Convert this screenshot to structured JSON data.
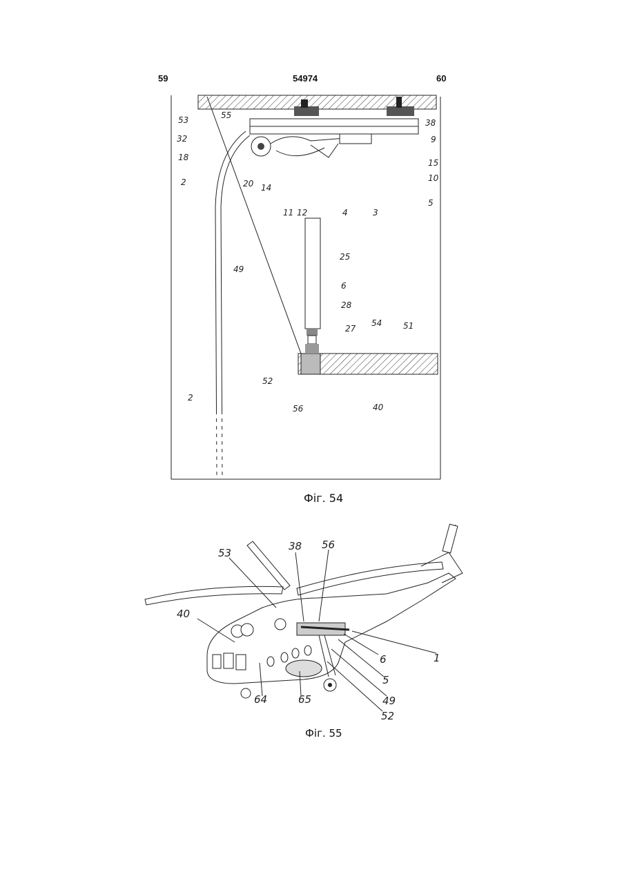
{
  "header": {
    "left_page": "59",
    "patent_number": "54974",
    "right_page": "60"
  },
  "figures": [
    {
      "caption": "Фіг. 54",
      "labels": [
        "53",
        "55",
        "32",
        "18",
        "2",
        "20",
        "14",
        "11",
        "12",
        "4",
        "3",
        "38",
        "9",
        "15",
        "10",
        "5",
        "49",
        "25",
        "6",
        "28",
        "27",
        "54",
        "51",
        "52",
        "2",
        "56",
        "40"
      ]
    },
    {
      "caption": "Фіг. 55",
      "labels": [
        "53",
        "38",
        "56",
        "40",
        "1",
        "6",
        "5",
        "49",
        "52",
        "64",
        "65"
      ]
    }
  ]
}
